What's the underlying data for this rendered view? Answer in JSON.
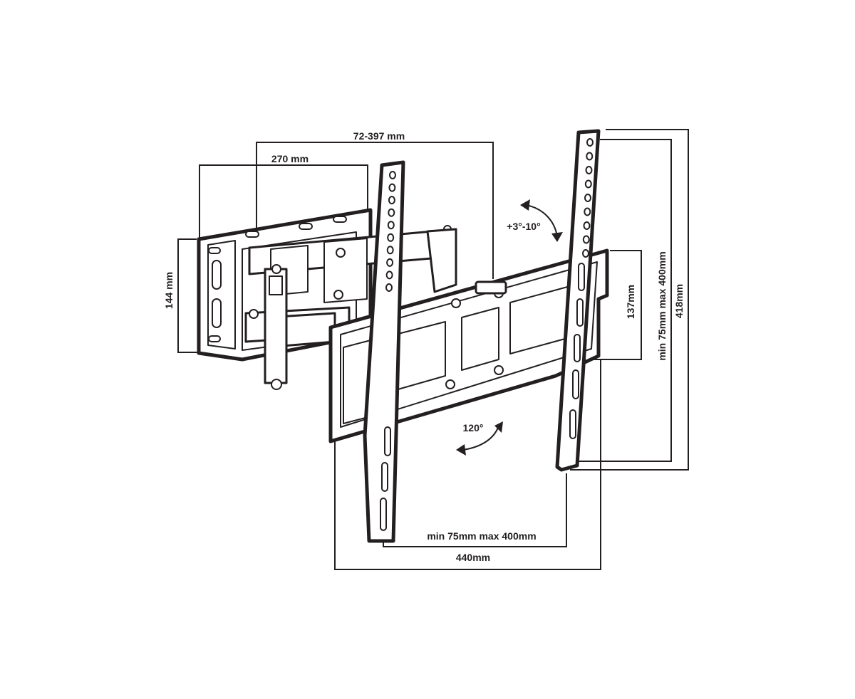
{
  "dimensions": {
    "depth_range": "72-397 mm",
    "arm_length": "270 mm",
    "wall_plate_height": "144 mm",
    "tilt": "+3°-10°",
    "cross_bar_height": "137mm",
    "vesa_vertical": "min 75mm max 400mm",
    "overall_height": "418mm",
    "swivel": "120°",
    "vesa_horizontal": "min 75mm max 400mm",
    "overall_width": "440mm"
  },
  "colors": {
    "line": "#231f20",
    "background": "#ffffff"
  }
}
